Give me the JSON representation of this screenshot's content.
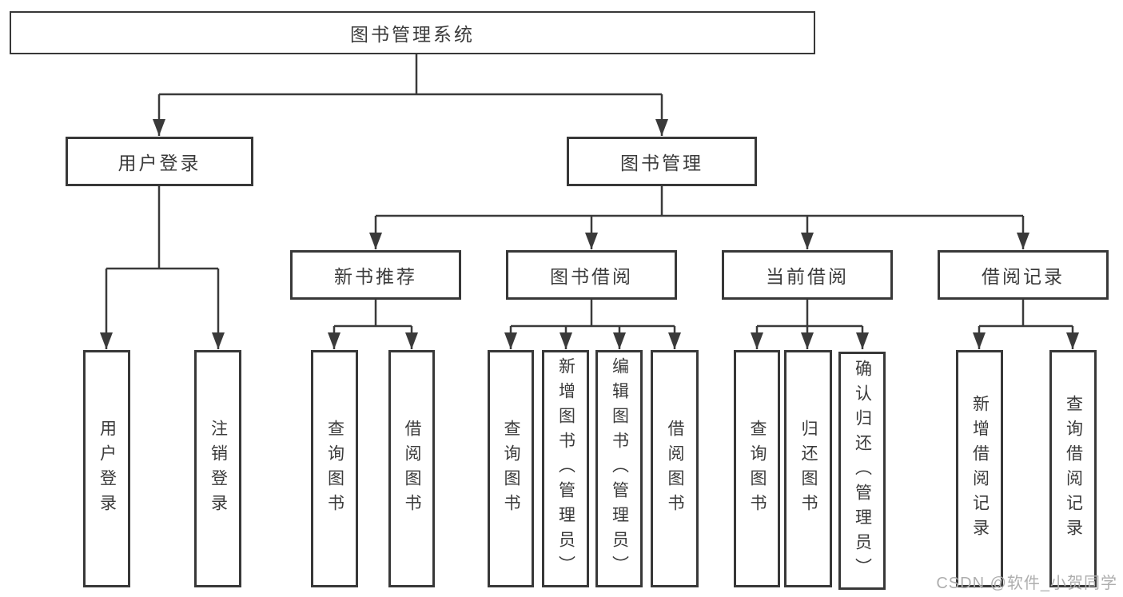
{
  "diagram": {
    "type": "hierarchy-tree"
  },
  "colors": {
    "line": "#3a3a3a",
    "box_border": "#383838",
    "text": "#3b3b3b",
    "background": "#ffffff",
    "watermark": "#aeaeae"
  },
  "watermark": {
    "text": "CSDN @软件_小贺同学"
  },
  "tree": {
    "label": "图书管理系统",
    "children": [
      {
        "label": "用户登录",
        "children": [
          {
            "label": "用户登录"
          },
          {
            "label": "注销登录"
          }
        ]
      },
      {
        "label": "图书管理",
        "children": [
          {
            "label": "新书推荐",
            "children": [
              {
                "label": "查询图书"
              },
              {
                "label": "借阅图书"
              }
            ]
          },
          {
            "label": "图书借阅",
            "children": [
              {
                "label": "查询图书"
              },
              {
                "label": "新增图书（管理员）"
              },
              {
                "label": "编辑图书（管理员）"
              },
              {
                "label": "借阅图书"
              }
            ]
          },
          {
            "label": "当前借阅",
            "children": [
              {
                "label": "查询图书"
              },
              {
                "label": "归还图书"
              },
              {
                "label": "确认归还（管理员）"
              }
            ]
          },
          {
            "label": "借阅记录",
            "children": [
              {
                "label": "新增借阅记录"
              },
              {
                "label": "查询借阅记录"
              }
            ]
          }
        ]
      }
    ]
  }
}
